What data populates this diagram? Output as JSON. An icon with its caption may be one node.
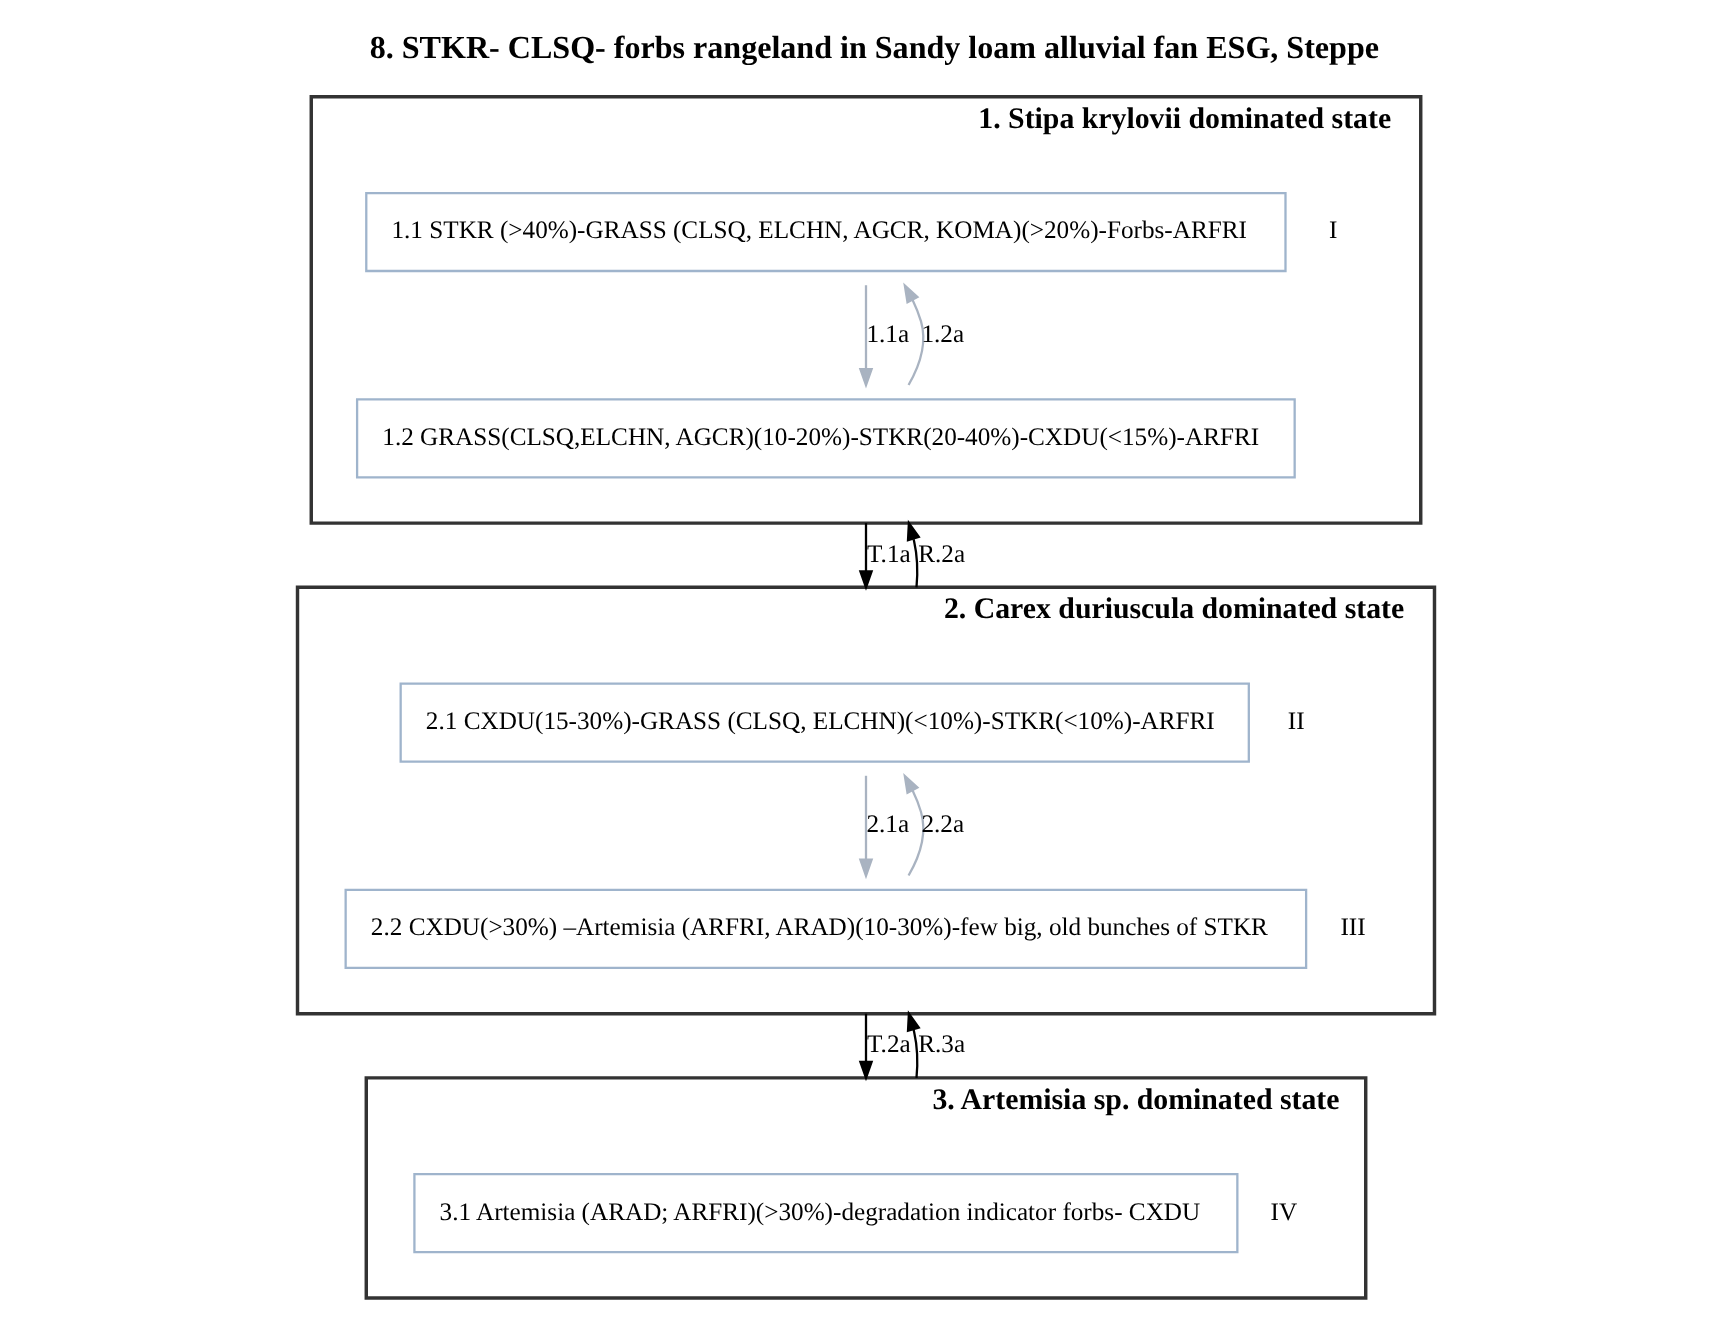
{
  "diagram": {
    "title": "8. STKR- CLSQ- forbs rangeland in Sandy loam alluvial fan ESG, Steppe",
    "nodes": [
      {
        "text": [
          "1. Stipa krylovii dominated state"
        ]
      },
      {
        "text": [
          "1.1 STKR (>40%)-GRASS (CLSQ, ELCHN, AGCR, KOMA)(>20%)-Forbs-ARFRI"
        ],
        "in": 0,
        "beside": [
          "I"
        ]
      },
      {
        "text": [
          "1.2 GRASS(CLSQ,ELCHN, AGCR)(10-20%)-STKR(20-40%)-CXDU(<15%)-ARFRI"
        ],
        "in": 0
      },
      {
        "text": [
          "2. Carex duriuscula dominated state"
        ]
      },
      {
        "text": [
          "2.1 CXDU(15-30%)-GRASS (CLSQ, ELCHN)(<10%)-STKR(<10%)-ARFRI"
        ],
        "in": 3,
        "beside": [
          "II"
        ]
      },
      {
        "text": [
          "2.2 CXDU(>30%) –Artemisia (ARFRI, ARAD)(10-30%)-few big, old bunches of STKR"
        ],
        "in": 3,
        "beside": [
          "III"
        ]
      },
      {
        "text": [
          "3. Artemisia sp. dominated state"
        ]
      },
      {
        "text": [
          "3.1 Artemisia (ARAD; ARFRI)(>30%)-degradation indicator forbs- CXDU"
        ],
        "in": 6,
        "beside": [
          "IV"
        ]
      }
    ],
    "edges": [
      {
        "from": 1,
        "to": 2,
        "arrow": "to",
        "label": "1.1a",
        "color": "#a9b3c1"
      },
      {
        "from": 2,
        "to": 1,
        "arrow": "to",
        "label": "1.2a",
        "color": "#a9b3c1"
      },
      {
        "from": 0,
        "to": 3,
        "arrow": "to",
        "label": "T.1a",
        "color": "#000000"
      },
      {
        "from": 3,
        "to": 0,
        "arrow": "to",
        "label": "R.2a",
        "color": "#000000"
      },
      {
        "from": 4,
        "to": 5,
        "arrow": "to",
        "label": "2.1a",
        "color": "#a9b3c1"
      },
      {
        "from": 5,
        "to": 4,
        "arrow": "to",
        "label": "2.2a",
        "color": "#a9b3c1"
      },
      {
        "from": 3,
        "to": 6,
        "arrow": "to",
        "label": "T.2a",
        "color": "#000000"
      },
      {
        "from": 6,
        "to": 3,
        "arrow": "to",
        "label": "R.3a",
        "color": "#000000"
      }
    ]
  }
}
